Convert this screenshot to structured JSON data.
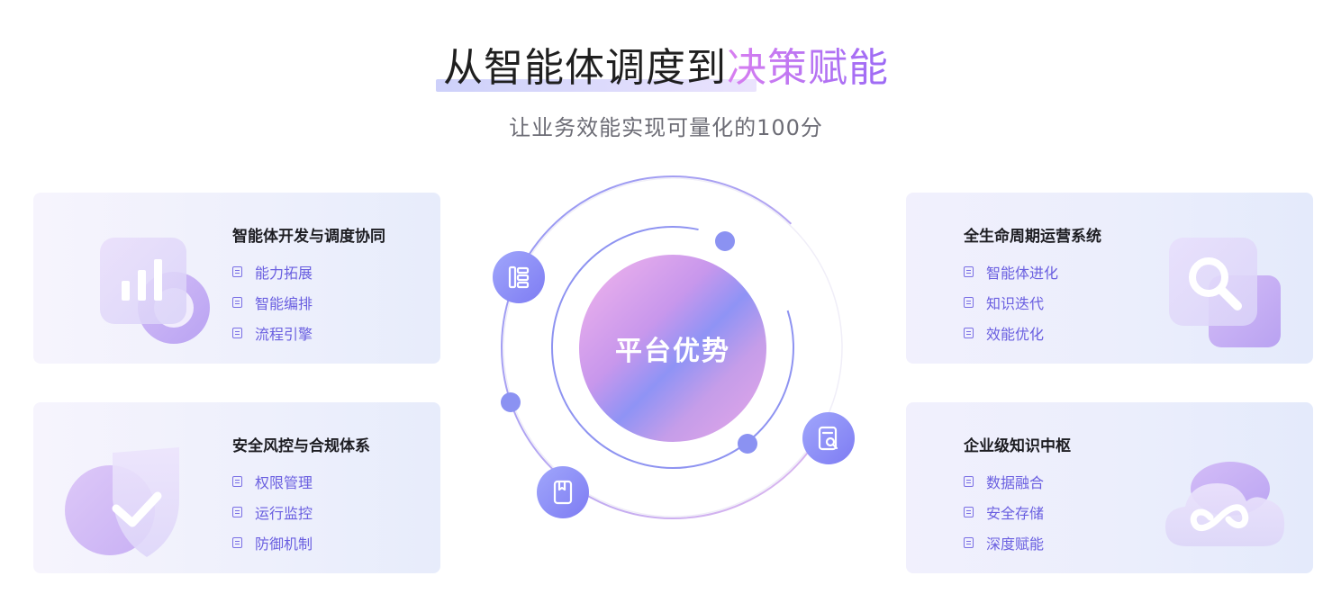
{
  "header": {
    "title_plain": "从智能体调度到",
    "title_accent": "决策赋能",
    "subtitle": "让业务效能实现可量化的100分"
  },
  "center": {
    "label": "平台优势",
    "orbit_icons": [
      "list-tree-icon",
      "document-search-icon",
      "book-icon"
    ]
  },
  "cards": [
    {
      "title": "智能体开发与调度协同",
      "icon": "bar-chart-icon",
      "items": [
        "能力拓展",
        "智能编排",
        "流程引擎"
      ]
    },
    {
      "title": "安全风控与合规体系",
      "icon": "shield-check-icon",
      "items": [
        "权限管理",
        "运行监控",
        "防御机制"
      ]
    },
    {
      "title": "全生命周期运营系统",
      "icon": "magnifier-icon",
      "items": [
        "智能体进化",
        "知识迭代",
        "效能优化"
      ]
    },
    {
      "title": "企业级知识中枢",
      "icon": "cloud-infinity-icon",
      "items": [
        "数据融合",
        "安全存储",
        "深度赋能"
      ]
    }
  ],
  "colors": {
    "accent_purple": "#9b6af5",
    "accent_pink": "#d87ff0",
    "feature_text": "#6a5fe0",
    "orbit_blue": "#8b92f2"
  }
}
